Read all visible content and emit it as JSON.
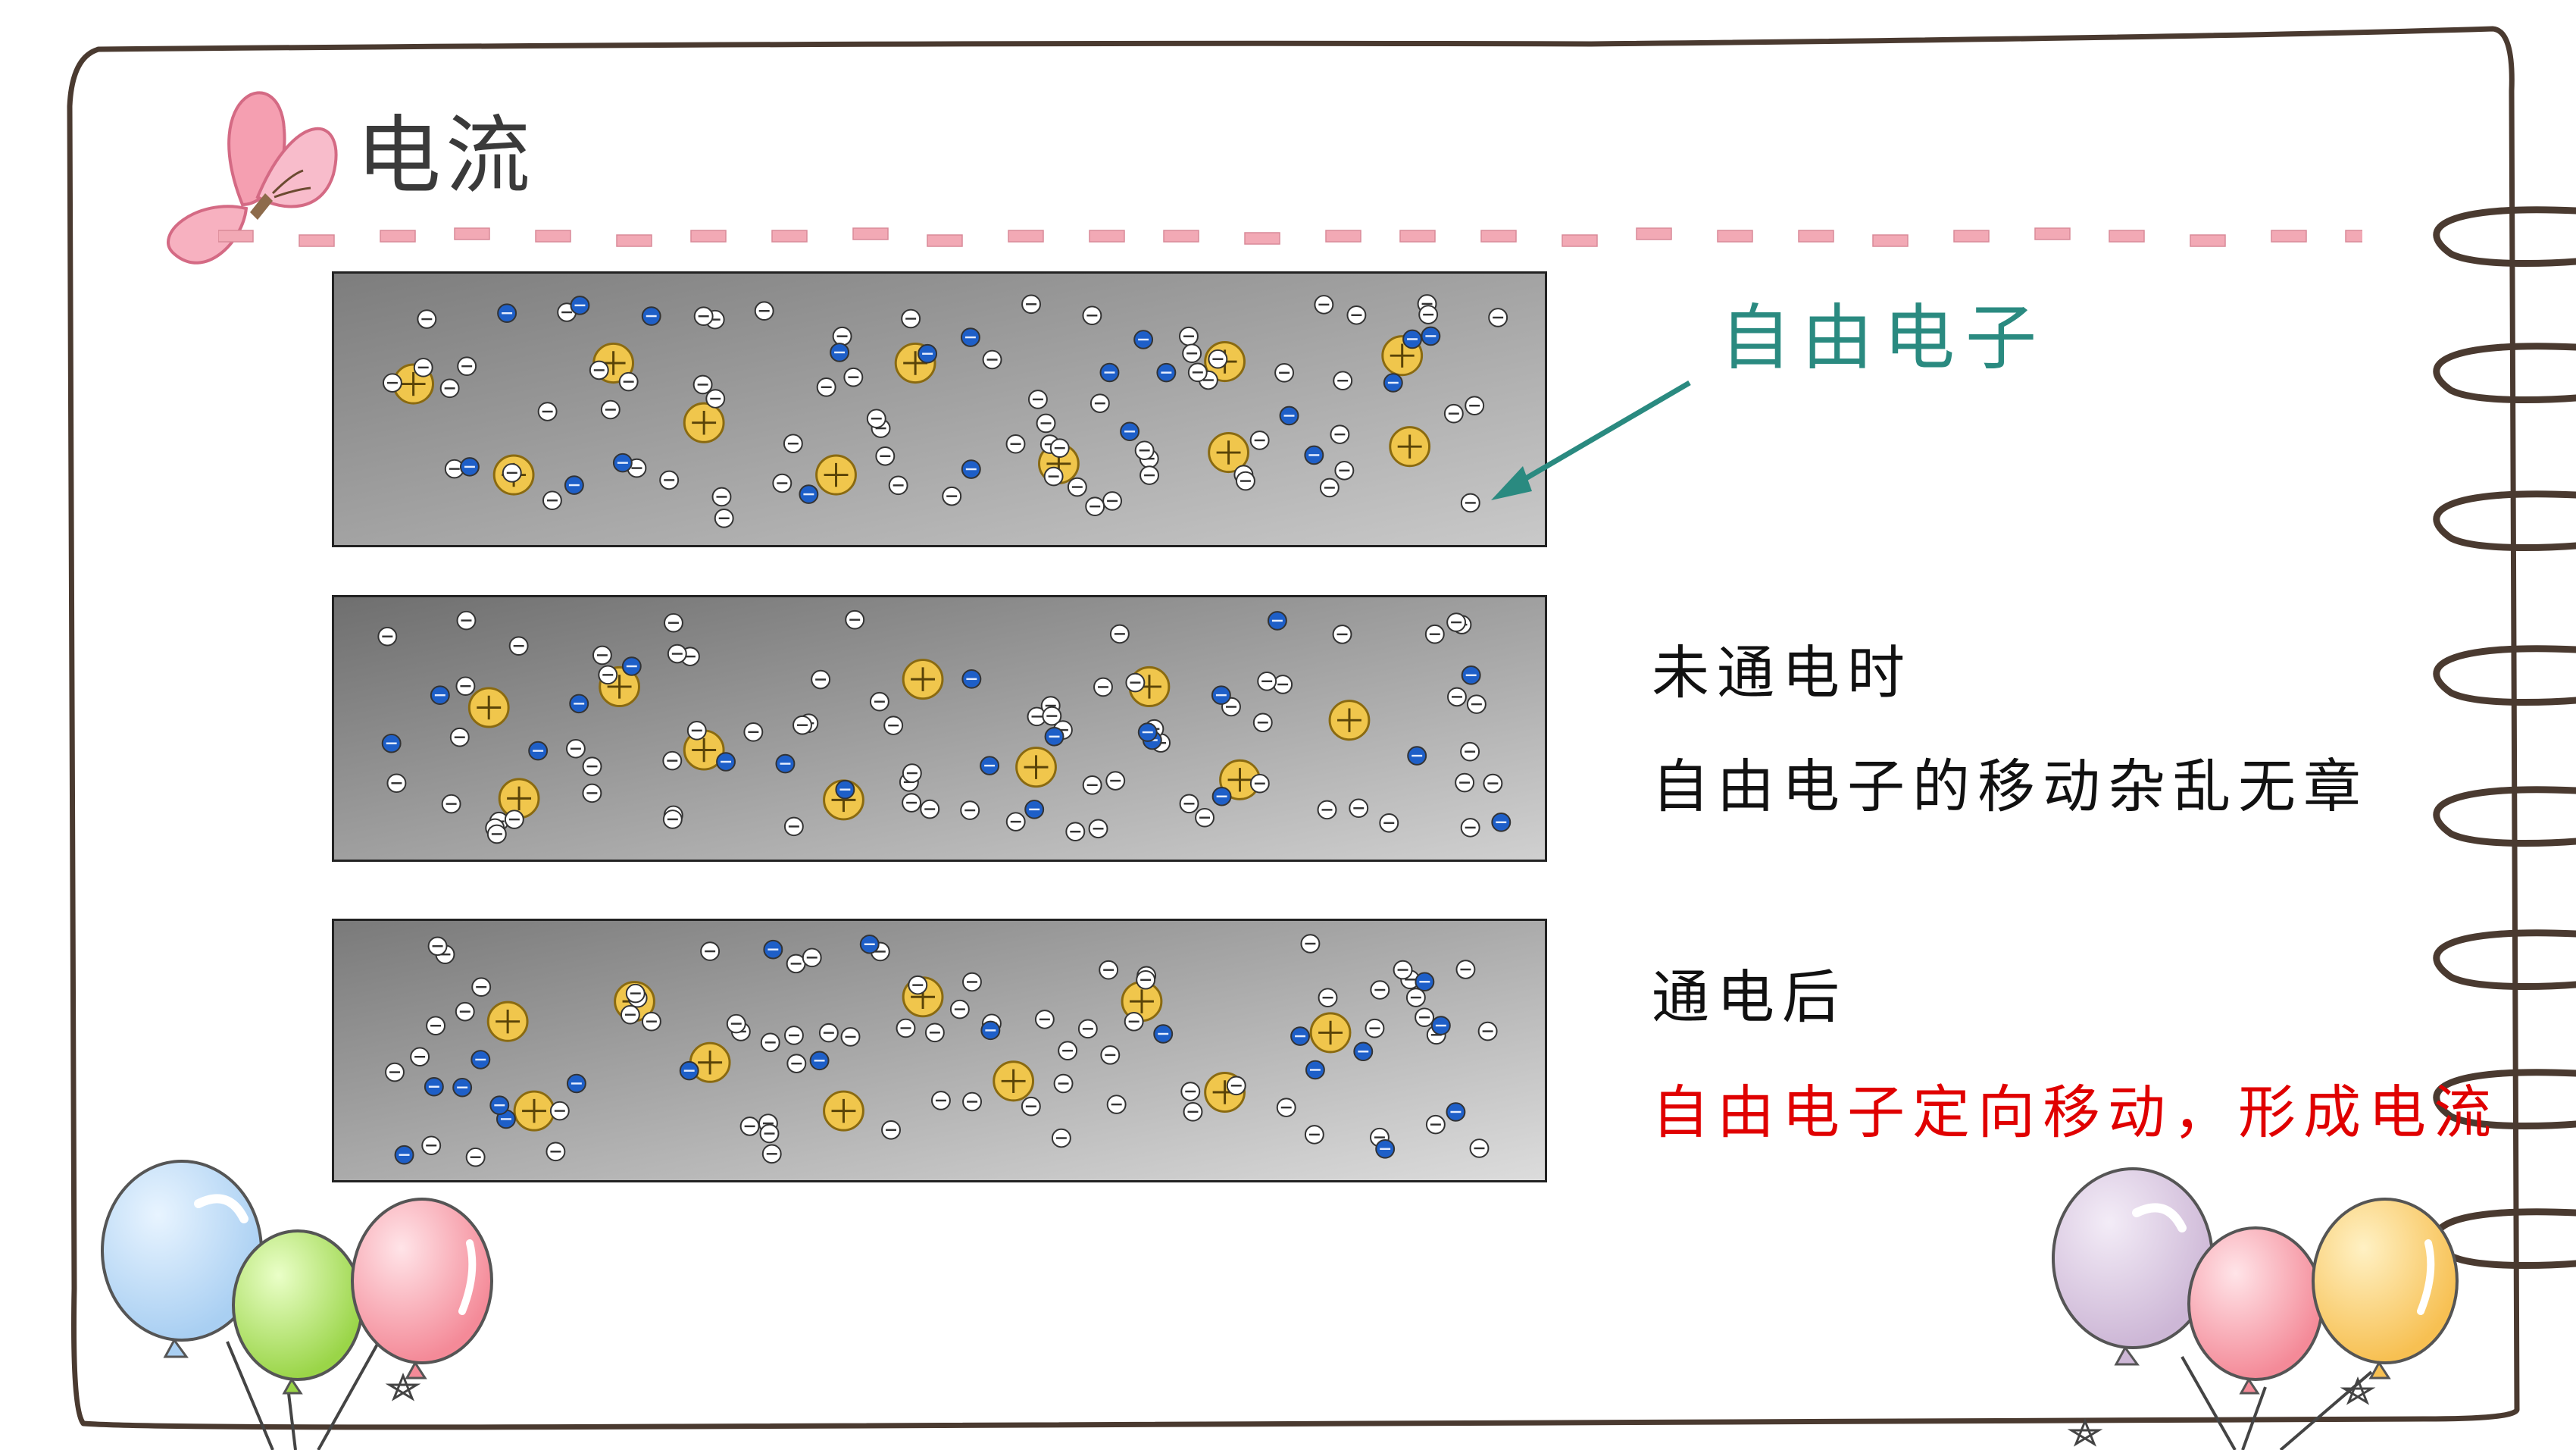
{
  "title": "电流",
  "free_electron_label": "自由电子",
  "state_off": {
    "heading": "未通电时",
    "description": "自由电子的移动杂乱无章"
  },
  "state_on": {
    "heading": "通电后",
    "description": "自由电子定向移动，形成电流"
  },
  "colors": {
    "title": "#3a3a3a",
    "free_electron_label": "#2a8a80",
    "state_on_description": "#e00000",
    "dash": "#f2a9b5",
    "ion": "#f0c64c",
    "free_electron": "#1e5fc8",
    "bound_electron": "#ffffff"
  },
  "decorations": {
    "butterfly": "butterfly-icon",
    "balloons_left": [
      "blue",
      "green",
      "pink"
    ],
    "balloons_right": [
      "purple",
      "pink",
      "orange"
    ],
    "rings": "notebook-ring-icon"
  }
}
